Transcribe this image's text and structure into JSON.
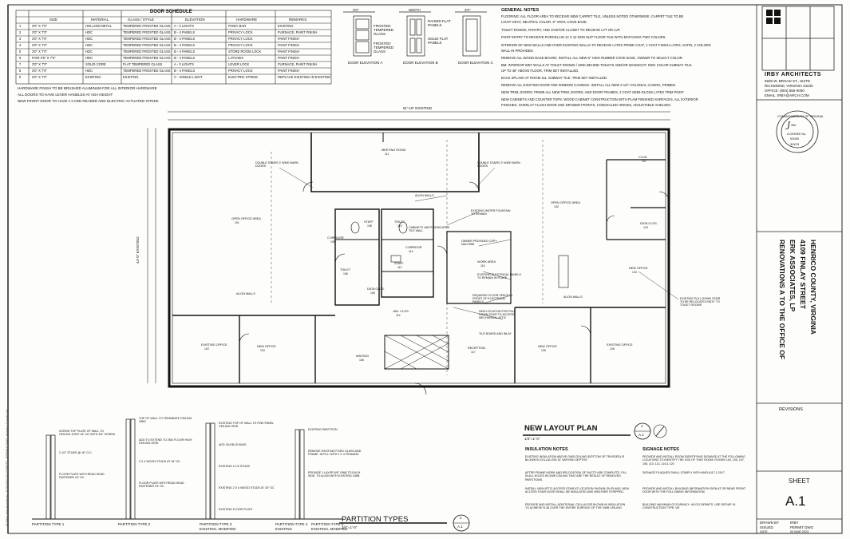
{
  "door_schedule": {
    "title": "DOOR SCHEDULE",
    "headers": [
      "SIZE",
      "MATERIAL",
      "GLASS / STYLE",
      "ELEVATION",
      "HARDWARE",
      "REMARKS"
    ],
    "rows": [
      [
        "1",
        "3'0\" X 7'0\"",
        "HOLLOW METAL",
        "TEMPERED FROSTED GLASS",
        "A - 3 LIGHTS",
        "PANIC BAR",
        "EXISTING"
      ],
      [
        "2",
        "3'0\" X 7'0\"",
        "HDC",
        "TEMPERED FROSTED GLASS",
        "B - 4 PANELS",
        "PRIVACY LOCK",
        "FURNACE, PAINT FINISH"
      ],
      [
        "3",
        "3'0\" X 7'0\"",
        "HDC",
        "TEMPERED FROSTED GLASS",
        "B - 4 PANELS",
        "PRIVACY LOCK",
        "PAINT FINISH"
      ],
      [
        "4",
        "3'0\" X 7'0\"",
        "HDC",
        "TEMPERED FROSTED GLASS",
        "B - 4 PANELS",
        "PRIVACY LOCK",
        "PAINT FINISH"
      ],
      [
        "5",
        "3'0\" X 7'0\"",
        "HDC",
        "TEMPERED FROSTED GLASS",
        "B - 4 PANELS",
        "STORE ROOM LOCK",
        "PAINT FINISH"
      ],
      [
        "6",
        "PAIR 2'6\" X 7'0\"",
        "HDC",
        "TEMPERED FROSTED GLASS",
        "B - 4 PANELS",
        "LATCHES",
        "PAINT FINISH"
      ],
      [
        "7",
        "3'0\" X 7'0\"",
        "SOLID CORE",
        "FLAT TEMPERED GLASS",
        "A - 3 LIGHTS",
        "LEVER LOCK",
        "FURNACE, PAINT FINISH"
      ],
      [
        "8",
        "3'0\" X 7'0\"",
        "HDC",
        "TEMPERED FROSTED GLASS",
        "B - 4 PANELS",
        "PRIVACY LOCK",
        "PAINT FINISH"
      ],
      [
        "9",
        "3'0\" X 7'0\"",
        "EXISTING",
        "EXISTING",
        "C - SINGLE LIGHT",
        "ELECTRIC STRIKE",
        "REPLACE EXISTING IN EXISTING FRAME"
      ]
    ],
    "notes": [
      "HARDWARE FINISH TO BE BRUSHED ALUMINUM FOR ALL INTERIOR HARDWARE",
      "ALL DOORS TO HAVE LEVER HANDLES AT ADA HEIGHT",
      "NEW FRONT DOOR TO HAVE A CARD READER AND ELECTRIC ACTUATED STRIKE"
    ]
  },
  "elevations": {
    "labels": [
      "DOOR ELEVATION A",
      "DOOR ELEVATION B",
      "DOOR ELEVATION C"
    ],
    "dims": [
      "3'0\"",
      "WIDTH",
      "3'0\""
    ],
    "callouts": [
      "FROSTED TEMPERED GLASS",
      "RAISED FLAT PANELS",
      "SOLID FLAT PANELS",
      "FROSTED TEMPERED GLASS"
    ]
  },
  "general_notes": {
    "title": "GENERAL NOTES",
    "lines": [
      "FLOORING: ALL FLOOR AREA TO RECEIVE NEW CARPET TILE, UNLESS NOTED OTHERWISE. CARPET TILE TO BE",
      "LIGHT GRAY, NEUTRAL COLOR. 6\" VINYL COVE BASE.",
      "TOILET ROOMS, PANTRY, AND JANITOR CLOSET TO RECEIVE LVT OR LVP.",
      "PAINT ENTRY TO RECEIVE PORCELAIN 12 X 12 NON SLIP FLOOR TILE WITH MATCHING TWO COLORS.",
      "INTERIOR OF NEW WALLS AND OVER EXISTING WALLS TO RECEIVE LATEX PRIME COAT, 1 COAT FINISH LATEX, SATIN, 2 COLORS",
      "WALL IN PROVIDED.",
      "REMOVE ALL WOOD BASE BOARD. INSTALL ALL NEW 6\" HIGH RUBBER COVE BASE, OWNER TO SELECT COLOR.",
      "BM: INTERIOR WET WALLS AT TOILET ROOMS / SINK BEHIND TOILETS AND/OR WAINSCOT. DMC COLOR SUBWAY TILE.",
      "UP TO 48\" ABOVE FLOOR. TRIM SET INSTALLED.",
      "BACK SPLASH AT ROOM 111. SUBWAY TILE, TRIM SET INSTALLED.",
      "REMOVE ALL EXISTING DOOR AND WINDOW CASINGS. INSTALL ALL NEW 3 1/2\" COLONIAL CASING, PRIMED.",
      "NEW TRIM, DOORS: PRIME ALL NEW TRIM, DOORS, AND DOOR FRAMES, 2 COAT SEMI-GLOSS LATEX TRIM PAINT.",
      "NEW CABINETS AND COUNTER TOPS: WOOD CABINET CONSTRUCTION WITH PLAM FINISHED SURFACES. ALL EXTERIOR",
      "FINISHES, OVERLAY FLUSH DOOR AND DRAWER FRONTS, CONCEALED HINGES, ADJUSTABLE SHELVES."
    ]
  },
  "title_block": {
    "firm": "IRBY ARCHITECTS",
    "firm_lines": [
      "6605 W. BROAD ST., SUITE",
      "RICHMOND, VIRGINIA 23230",
      "OFFICE: (804) 555-0000",
      "EMAIL: IRBY@ARCH.COM"
    ],
    "seal": [
      "COMMONWEALTH OF VIRGINIA",
      "LICENSE No.",
      "00000",
      "3/9/23"
    ],
    "project_lines": [
      "RENOVATIONS A TO THE OFFICE OF",
      "ERK ASSOCIATES, LP",
      "4109 FINLAY STREET",
      "HENRICO COUNTY, VIRGINIA"
    ],
    "revisions": "REVISIONS",
    "sheet_label": "SHEET",
    "sheet_no": "A.1",
    "footer": [
      "DRAWN BY",
      "IRBY",
      "ISSUED",
      "PERMIT DWG",
      "DATE",
      "03 MAR 2023"
    ]
  },
  "plan": {
    "dimension_top": "81'-10\" EXISTING",
    "dimension_left": "44'-0\" EXISTING",
    "rooms": [
      {
        "name": "MEETING ROOM",
        "num": "111"
      },
      {
        "name": "OPEN OFFICE AREA",
        "num": "101"
      },
      {
        "name": "OPEN OFFICE AREA",
        "num": "102"
      },
      {
        "name": "CORRIDOR",
        "num": "105"
      },
      {
        "name": "TOILET",
        "num": "106"
      },
      {
        "name": "STAFF",
        "num": "108"
      },
      {
        "name": "DATA CLOS.",
        "num": "109"
      },
      {
        "name": "TOILET",
        "num": "110"
      },
      {
        "name": "STAFF",
        "num": "112"
      },
      {
        "name": "JAN. CLOS.",
        "num": "114"
      },
      {
        "name": "CORRIDOR",
        "num": "114"
      },
      {
        "name": "WORK AREA",
        "num": "116"
      },
      {
        "name": "CLOS.",
        "num": "121"
      },
      {
        "name": "DATA CLOS.",
        "num": "123"
      },
      {
        "name": "NEW OFFICE",
        "num": "124"
      },
      {
        "name": "EXISTING OFFICE",
        "num": "102"
      },
      {
        "name": "NEW OFFICE",
        "num": "103"
      },
      {
        "name": "WAITING",
        "num": "106"
      },
      {
        "name": "RECEPTION",
        "num": "117"
      },
      {
        "name": "NEW OFFICE",
        "num": "125"
      },
      {
        "name": "EXISTING OFFICE",
        "num": "126"
      }
    ],
    "callouts": [
      "DOUBLE STAIRS 3' WIDE BARN DOORS",
      "DOUBLE STAIRS 3' WIDE BARN DOORS",
      "ALIGN WALLS",
      "EXISTING WATER FOUNTAIN TO REMAIN",
      "OWNER PROVIDED COPY MACHINE",
      "CABINETS UNITS DEDICATED TILE WALL",
      "EXISTING ELECTRICAL PANELS TO REMAIN IN PLACE",
      "REQUIRED FLOOR SPACE IN FRONT OF ELECTRICAL PANELS",
      "NEW LOCATION FOR PULL DOWN STAIR TO ACCESS MECHANICAL ATTIC",
      "TILE BOARD AND INLAY",
      "EXISTING PULL DOWN STAIR TO BE RELOCATED NEXT TO TOILET ROOMS",
      "ALIGN WALLS",
      "ALIGN WALLS"
    ],
    "title": "NEW LAYOUT PLAN",
    "scale": "1/4\"=1'-0\"",
    "tag_num": "1",
    "tag_sheet": "A.1"
  },
  "partition": {
    "title": "PARTITION TYPES",
    "scale": "3/4\"=1'-0\"",
    "tag_num": "2",
    "tag_sheet": "A.1",
    "types": [
      "PARTITION TYPE 1",
      "PARTITION TYPE 2",
      "PARTITION TYPE 3",
      "PARTITION TYPE 4",
      "PARTITION TYPE 5"
    ],
    "sub": [
      "",
      "",
      "EXISTING, MODIFIED",
      "EXISTING",
      "EXISTING, MODIFIED"
    ],
    "notes": [
      [
        "SCREW TOP PLATE OF WALL TO CEILING JOIST 24\" OC WITH 3/4\" SCREW",
        "2 1/2\" STUDS @ 16\" O.C.",
        "FLOOR PLATE WITH READ HEAD FASTENER 24\" OC"
      ],
      [
        "TOP OF WALL TO TERMINATE CEILING GRID",
        "ADD TO EXTEND TO 2ND FLOOR HIGH CEILING GRID",
        "2 X 4 WOOD STUDS AT 16\" OC",
        "FLOOR PLATE WITH READ HEAD FASTENER 24\" OC"
      ],
      [
        "EXISTING TOP OF WALL TO FINE PANEL CEILING GRID",
        "ADD 2X4 BLOCKING",
        "EXISTING 2 1/2 STUDS",
        "EXISTING 2 X 4 WOOD STUDS AT 16\" OC",
        "EXISTING FLOOR PLATE"
      ],
      [
        "EXISTING PARTITION",
        "REMOVE EXISTING FIXED GLASS AND FRAME. IN FILL WITH 2 X 4 FRAMING",
        "PROVIDE 1 LAYER 5/8\" GWB TO EACH SIDE, TO ALIGN WITH EXISTING GWB"
      ]
    ]
  },
  "insulation": {
    "title": "INSULATION NOTES",
    "paras": [
      "EXISTING INSULATION ABOVE GWB CEILING (BOTTOM OF TRUSSES) IS BLOWN IN CELLULOSE AT VARYING DEPTHS.",
      "AFTER FRAME WORK AND RELOCATION OF DUCTS ARE COMPLETE, FILL IN ALL HOLES IN GWB CEILING THAT ARE THE RESULT OF REMOVED PARTITIONS.",
      "INSTALL NEW ATTIC ACCESS STAIR AT LOCATION SHOWN ON PLANS. NEW ACCESS STAIR DOOR SHALL BE INSULATED AND WEATHER STRIPPED.",
      "PROVIDE AND INSTALL ADDITIONAL CELLULOSE BLOWN IN INSULATION TO ACHIEVE R-38 OVER THE ENTIRE SURFACE OF THE GWB CEILING."
    ]
  },
  "signage": {
    "title": "SIGNAGE NOTES",
    "paras": [
      "PROVIDE AND INSTALL ROOM IDENTIFYING SIGNAGE AT THE FOLLOWING LOCATIONS TO IDENTIFY THE USE OF THAT ROOM: ROOMS 104, 105, 107, 108, 110, 113, 114 & 120",
      "SIGNAGE PLAQUES SHALL COMPLY WITH ANSI A117.1-2017",
      "PROVIDE AND INSTALL BUILDING INFORMATION SIGN AT OR NEAR FRONT DOOR WITH THE FOLLOWING INFORMATION:",
      "BUILDING MAXIMUM OCCUPANCY: 46 OCCUPANTS. USE GROUP: B. CONSTRUCTION TYPE: VB"
    ]
  },
  "margin_text": "JN Filer: Irby Architects, 4109 FINLAY STREET, PERMIT DWG, Henrico County VA"
}
